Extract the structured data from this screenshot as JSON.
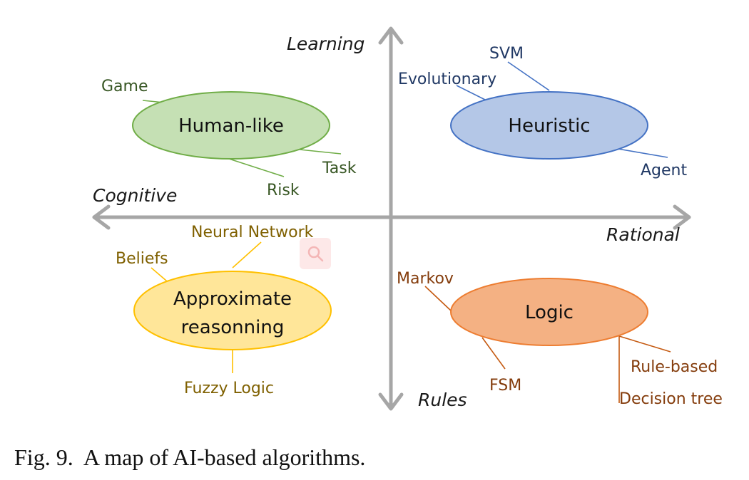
{
  "axes": {
    "top": "Learning",
    "bottom": "Rules",
    "left": "Cognitive",
    "right": "Rational"
  },
  "quadrants": {
    "human_like": {
      "label": "Human-like",
      "leaves": [
        "Game",
        "Task",
        "Risk"
      ],
      "color": "#70ad47",
      "fill": "#c5e0b4"
    },
    "heuristic": {
      "label": "Heuristic",
      "leaves": [
        "SVM",
        "Evolutionary",
        "Agent"
      ],
      "color": "#4472c4",
      "fill": "#b4c7e7"
    },
    "approximate": {
      "label_line1": "Approximate",
      "label_line2": "reasonning",
      "leaves": [
        "Neural Network",
        "Beliefs",
        "Fuzzy Logic"
      ],
      "color": "#ffc000",
      "fill": "#ffe699"
    },
    "logic": {
      "label": "Logic",
      "leaves": [
        "Markov",
        "FSM",
        "Rule-based",
        "Decision tree"
      ],
      "color": "#ed7d31",
      "fill": "#f4b183"
    }
  },
  "caption": "Fig. 9.  A map of AI-based algorithms.",
  "overlay_icon": "search-icon"
}
